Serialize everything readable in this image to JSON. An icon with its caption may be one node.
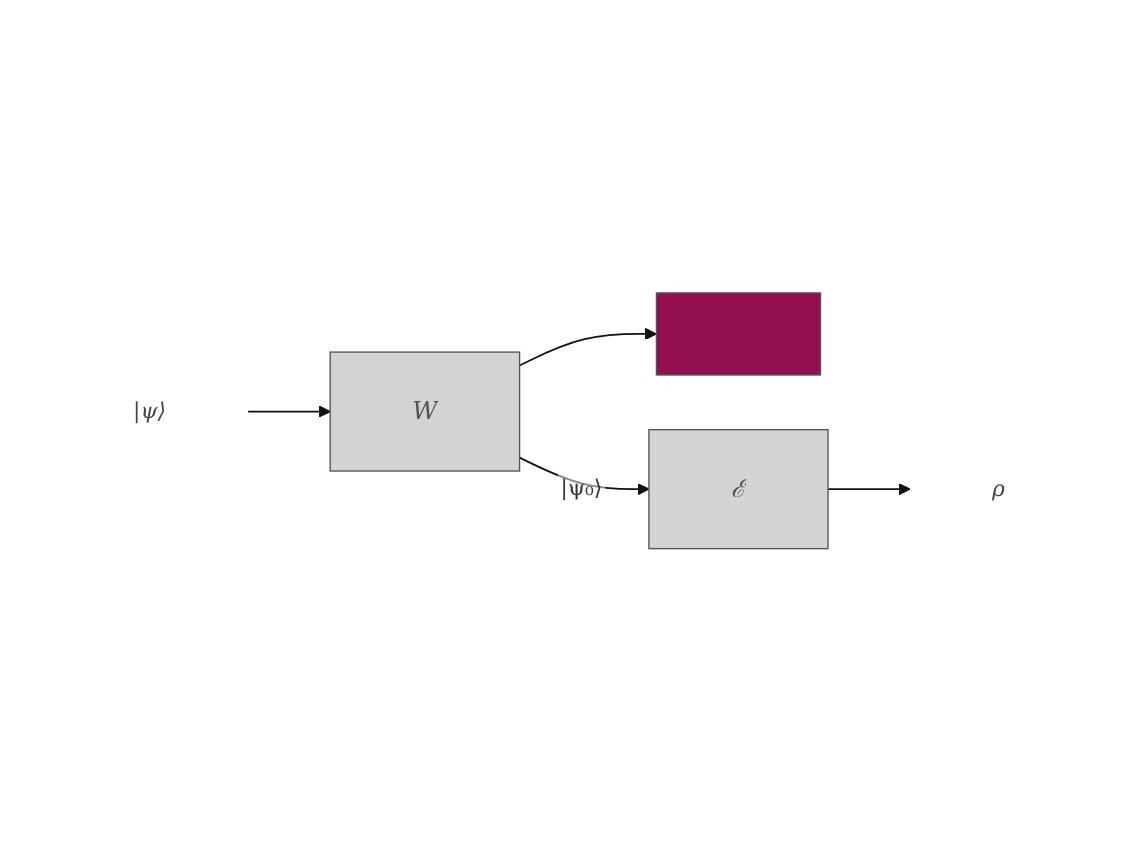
{
  "diagram": {
    "nodes": [
      {
        "text": [
          "|ψ⟩"
        ]
      },
      {
        "text": [
          "W"
        ]
      },
      {
        "text": [],
        "shape": "bar"
      },
      {
        "text": [
          "ℰ"
        ]
      },
      {
        "text": [
          "ρ"
        ]
      }
    ],
    "edges": [
      {
        "from": 0,
        "to": 1,
        "arrow": "to"
      },
      {
        "from": 1,
        "to": 3,
        "arrow": "to",
        "label": "|ψ₀⟩"
      },
      {
        "from": 1,
        "to": 2,
        "arrow": "to"
      },
      {
        "from": 3,
        "to": 4,
        "arrow": "to"
      }
    ]
  }
}
